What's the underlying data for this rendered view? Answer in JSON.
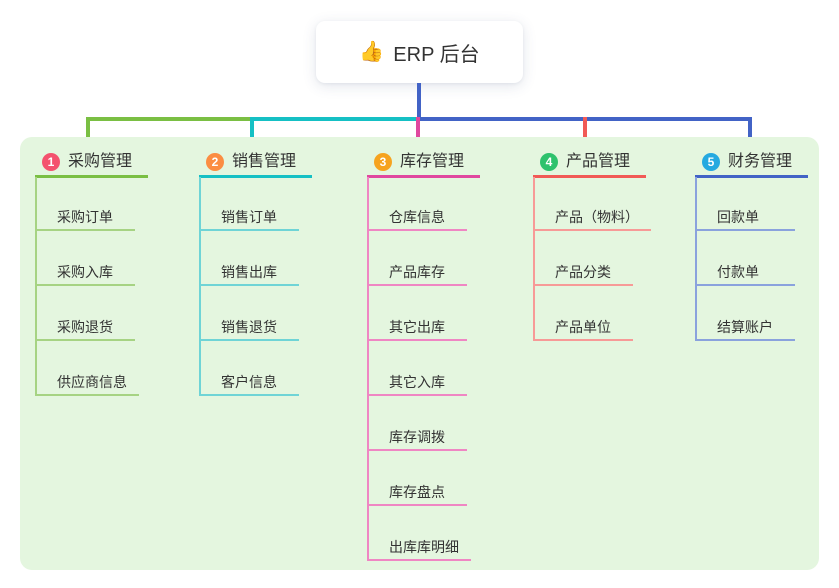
{
  "root": {
    "icon": "👍",
    "title": "ERP 后台"
  },
  "colors": {
    "page_background": "#ffffff",
    "panel_background": "#e4f6df",
    "stem_blue": "#4263c6",
    "text": "#333333"
  },
  "branches": [
    {
      "badge": "1",
      "label": "采购管理",
      "badge_color": "#f4526e",
      "line_color": "#7abf43",
      "child_line_color": "#a6d383",
      "children": [
        "采购订单",
        "采购入库",
        "采购退货",
        "供应商信息"
      ]
    },
    {
      "badge": "2",
      "label": "销售管理",
      "badge_color": "#fb8d42",
      "line_color": "#15c0c4",
      "child_line_color": "#6fd4d6",
      "children": [
        "销售订单",
        "销售出库",
        "销售退货",
        "客户信息"
      ]
    },
    {
      "badge": "3",
      "label": "库存管理",
      "badge_color": "#f6a31f",
      "line_color": "#e0489f",
      "child_line_color": "#ef86c3",
      "children": [
        "仓库信息",
        "产品库存",
        "其它出库",
        "其它入库",
        "库存调拨",
        "库存盘点",
        "出库库明细"
      ]
    },
    {
      "badge": "4",
      "label": "产品管理",
      "badge_color": "#2ec26d",
      "line_color": "#f15a56",
      "child_line_color": "#f79a97",
      "children": [
        "产品（物料）",
        "产品分类",
        "产品单位"
      ]
    },
    {
      "badge": "5",
      "label": "财务管理",
      "badge_color": "#25a9e0",
      "line_color": "#4263c6",
      "child_line_color": "#8aa2dd",
      "children": [
        "回款单",
        "付款单",
        "结算账户"
      ]
    }
  ]
}
